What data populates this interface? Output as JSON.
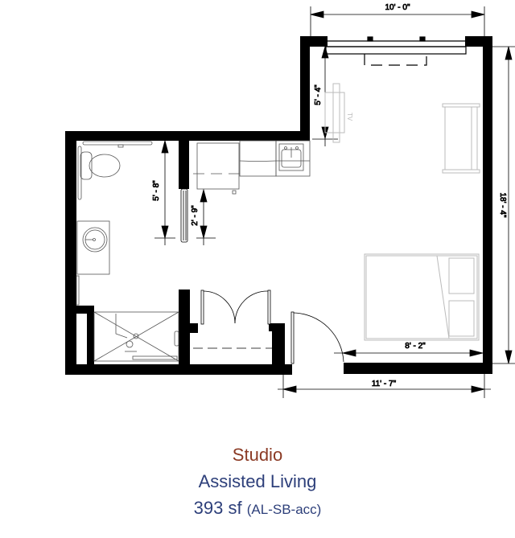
{
  "plan": {
    "unit_type": "Studio",
    "category": "Assisted Living",
    "area": "393 sf",
    "code": "(AL-SB-acc)",
    "colors": {
      "walls": "#000000",
      "fixtures": "#555555",
      "furniture": "#bbbbbb",
      "title": "#8b3a24",
      "subtitle": "#2d3f7a"
    },
    "dimensions": {
      "top_width": "10' - 0\"",
      "right_height": "18' - 4\"",
      "bottom_width": "11' - 7\"",
      "bedroom_width": "8' - 2\"",
      "entry_depth": "5' - 4\"",
      "bath_height": "5' - 8\"",
      "kitchen_clearance": "2' - 9\""
    },
    "labels": {
      "tv": "TV"
    }
  }
}
